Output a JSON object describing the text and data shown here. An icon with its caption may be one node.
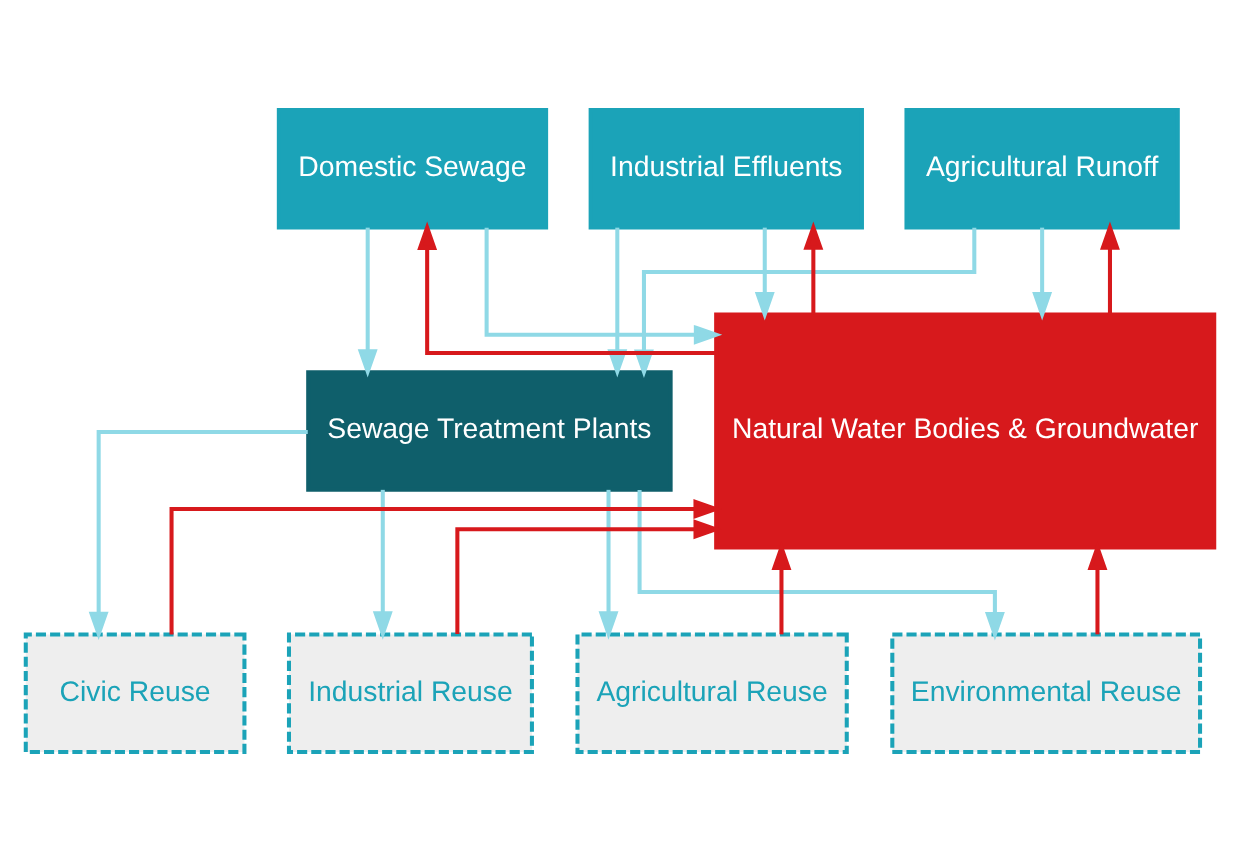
{
  "diagram": {
    "nodes": [
      {
        "text": [
          "Domestic Sewage"
        ]
      },
      {
        "text": [
          "Industrial Effluents"
        ]
      },
      {
        "text": [
          "Agricultural Runoff"
        ]
      },
      {
        "text": [
          "Sewage Treatment Plants"
        ]
      },
      {
        "text": [
          "Natural Water Bodies & Groundwater"
        ]
      },
      {
        "text": [
          "Civic Reuse"
        ]
      },
      {
        "text": [
          "Industrial Reuse"
        ]
      },
      {
        "text": [
          "Agricultural Reuse"
        ]
      },
      {
        "text": [
          "Environmental Reuse"
        ]
      }
    ],
    "edges": [
      {
        "from": 0,
        "to": 3,
        "arrow": "to"
      },
      {
        "from": 1,
        "to": 3,
        "arrow": "to"
      },
      {
        "from": 2,
        "to": 3,
        "arrow": "to"
      },
      {
        "from": 0,
        "to": 4,
        "arrow": "to"
      },
      {
        "from": 1,
        "to": 4,
        "arrow": "to"
      },
      {
        "from": 2,
        "to": 4,
        "arrow": "to"
      },
      {
        "from": 3,
        "to": 5,
        "arrow": "to"
      },
      {
        "from": 3,
        "to": 6,
        "arrow": "to"
      },
      {
        "from": 3,
        "to": 7,
        "arrow": "to"
      },
      {
        "from": 3,
        "to": 8,
        "arrow": "to"
      },
      {
        "from": 5,
        "to": 4,
        "arrow": "to",
        "color": "#d7191c"
      },
      {
        "from": 6,
        "to": 4,
        "arrow": "to",
        "color": "#d7191c"
      },
      {
        "from": 7,
        "to": 4,
        "arrow": "to",
        "color": "#d7191c"
      },
      {
        "from": 8,
        "to": 4,
        "arrow": "to",
        "color": "#d7191c"
      },
      {
        "from": 4,
        "to": 0,
        "arrow": "to",
        "color": "#d7191c"
      },
      {
        "from": 4,
        "to": 1,
        "arrow": "to",
        "color": "#d7191c"
      },
      {
        "from": 4,
        "to": 2,
        "arrow": "to",
        "color": "#d7191c"
      }
    ]
  }
}
